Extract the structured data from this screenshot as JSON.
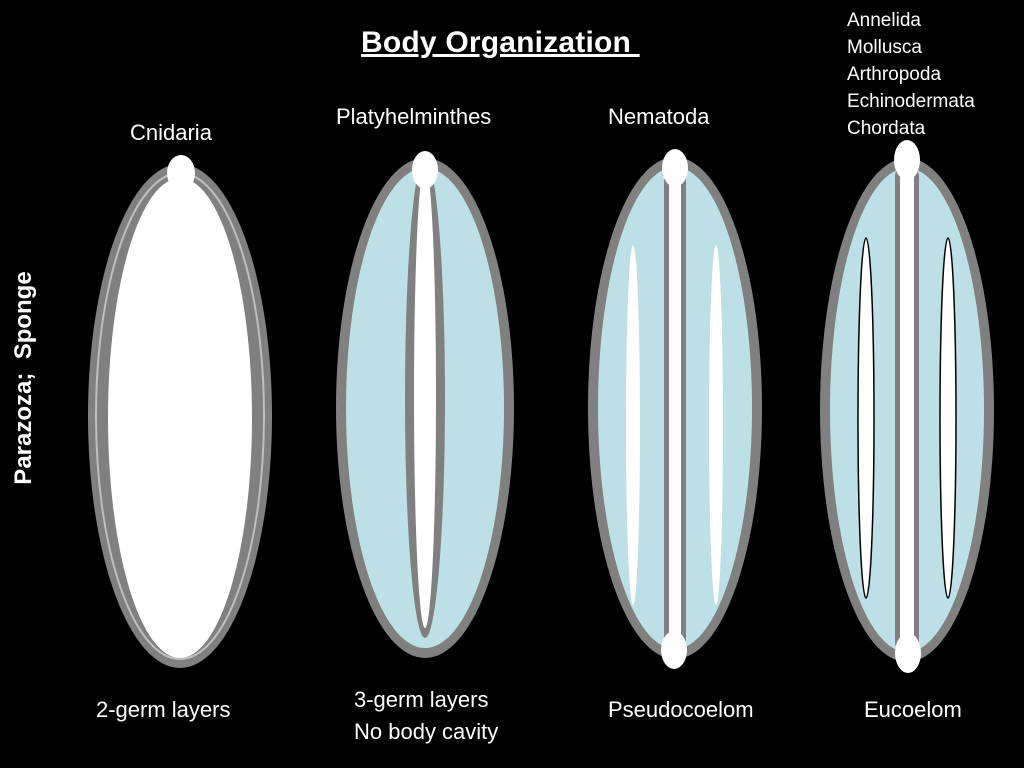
{
  "title": "Body Organization ",
  "side_label": "Parazoza;  Sponge",
  "phyla_list": [
    "Annelida",
    "Mollusca",
    "Arthropoda",
    "Echinodermata",
    "Chordata"
  ],
  "organisms": [
    {
      "name": "Cnidaria",
      "caption_lines": [
        "2-germ layers"
      ]
    },
    {
      "name": "Platyhelminthes",
      "caption_lines": [
        "3-germ layers",
        "No body cavity"
      ]
    },
    {
      "name": "Nematoda",
      "caption_lines": [
        "Pseudocoelom"
      ]
    },
    {
      "name": "",
      "caption_lines": [
        "Eucoelom"
      ]
    }
  ],
  "colors": {
    "background": "#000000",
    "ectoderm": "#808080",
    "mesoderm": "#bde0e6",
    "endoderm_gut": "#ffffff",
    "text": "#ffffff"
  }
}
